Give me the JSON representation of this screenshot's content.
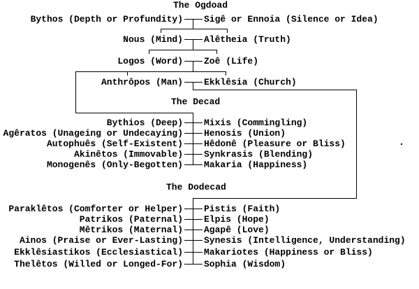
{
  "page": {
    "background_color": "#ffffff",
    "text_color": "#000000",
    "line_color": "#000000"
  },
  "diagram": {
    "sections": [
      {
        "title": "The Ogdoad",
        "pairs": [
          {
            "left": "Bythos (Depth or Profundity)",
            "right": "Sigê or Ennoia (Silence or Idea)"
          },
          {
            "left": "Nous (Mind)",
            "right": "Alêtheia (Truth)"
          },
          {
            "left": "Logos (Word)",
            "right": "Zoê (Life)"
          },
          {
            "left": "Anthrôpos (Man)",
            "right": "Ekklêsia (Church)"
          }
        ]
      },
      {
        "title": "The Decad",
        "pairs": [
          {
            "left": "Bythios (Deep)",
            "right": "Mixis (Commingling)"
          },
          {
            "left": "Agêratos (Unageing or Undecaying)",
            "right": "Henosis (Union)"
          },
          {
            "left": "Autophuês (Self-Existent)",
            "right": "Hêdonê (Pleasure or Bliss)"
          },
          {
            "left": "Akinêtos (Immovable)",
            "right": "Synkrasis (Blending)"
          },
          {
            "left": "Monogenês (Only-Begotten)",
            "right": "Makaria (Happiness)"
          }
        ]
      },
      {
        "title": "The Dodecad",
        "pairs": [
          {
            "left": "Paraklêtos (Comforter or Helper)",
            "right": "Pistis (Faith)"
          },
          {
            "left": "Patrikos (Paternal)",
            "right": "Elpis (Hope)"
          },
          {
            "left": "Mêtrikos (Maternal)",
            "right": "Agapê (Love)"
          },
          {
            "left": "Ainos (Praise or Ever-Lasting)",
            "right": "Synesis (Intelligence, Understanding)"
          },
          {
            "left": "Ekklêsiastikos (Ecclesiastical)",
            "right": "Makariotes (Happiness or Bliss)"
          },
          {
            "left": "Thelêtos (Willed or Longed-For)",
            "right": "Sophia (Wisdom)"
          }
        ]
      }
    ]
  }
}
